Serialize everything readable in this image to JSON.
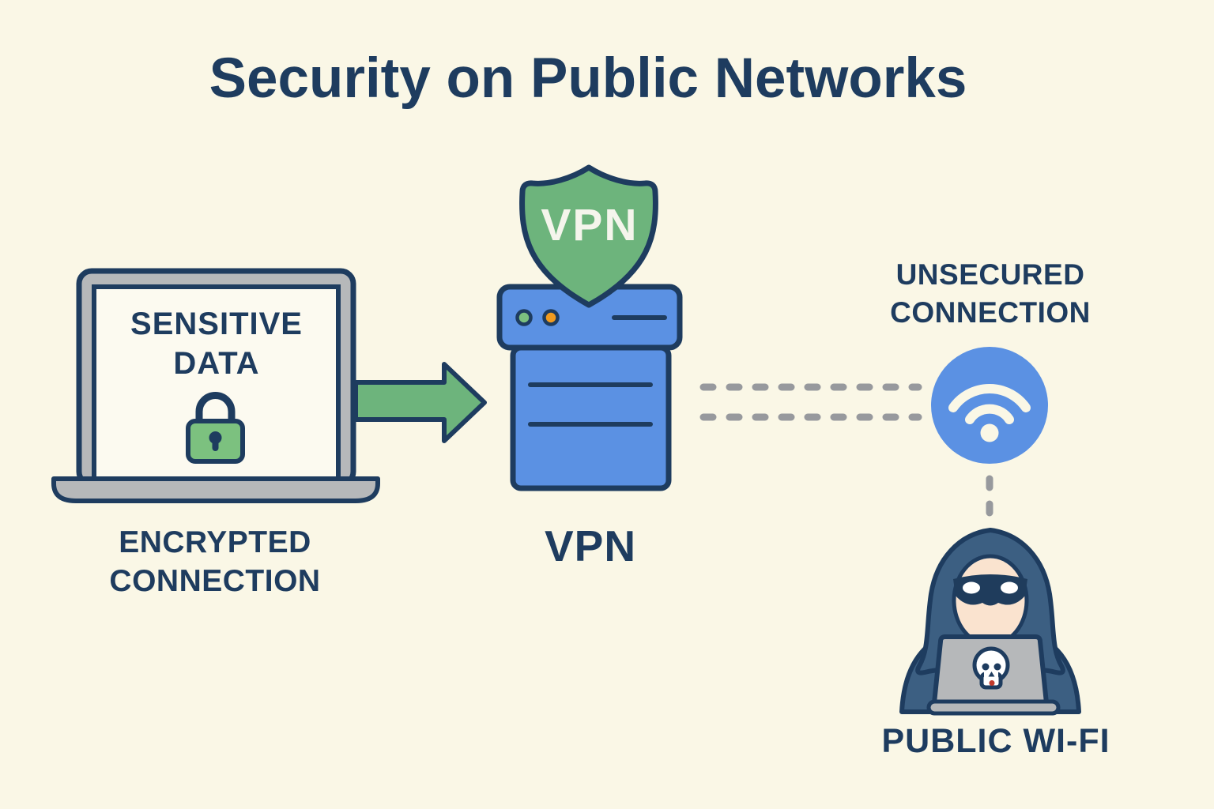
{
  "page": {
    "title": "Security on Public Networks"
  },
  "colors": {
    "navy": "#1E3C5F",
    "green": "#6DB47C",
    "lock_green": "#7CC17F",
    "blue": "#5B91E3",
    "gray": "#B6B8BA",
    "dash_gray": "#97999D",
    "hoodie": "#3C5F82",
    "mask_navy": "#1F3C5C",
    "skin": "#FAE3CF",
    "orange": "#F19B1F",
    "red": "#C13B2C",
    "cream": "#FAF7E6",
    "screen": "#FCFAF0",
    "shield_text": "#F5F5EC",
    "white": "#FFFFFF"
  },
  "laptop": {
    "screen_text_line1": "SENSITIVE",
    "screen_text_line2": "DATA",
    "caption_line1": "ENCRYPTED",
    "caption_line2": "CONNECTION",
    "icon": "padlock-icon"
  },
  "vpn": {
    "shield_label": "VPN",
    "caption": "VPN",
    "led_colors": [
      "#7CC17F",
      "#F19B1F"
    ]
  },
  "wifi": {
    "caption_line1": "UNSECURED",
    "caption_line2": "CONNECTION",
    "icon": "wifi-icon"
  },
  "hacker": {
    "caption": "PUBLIC WI-FI",
    "icons": [
      "hacker-icon",
      "skull-icon"
    ]
  },
  "connections": {
    "laptop_to_vpn": "arrow-right-icon",
    "vpn_to_wifi": "dashed-line-horizontal",
    "wifi_to_hacker": "dashed-line-vertical"
  }
}
